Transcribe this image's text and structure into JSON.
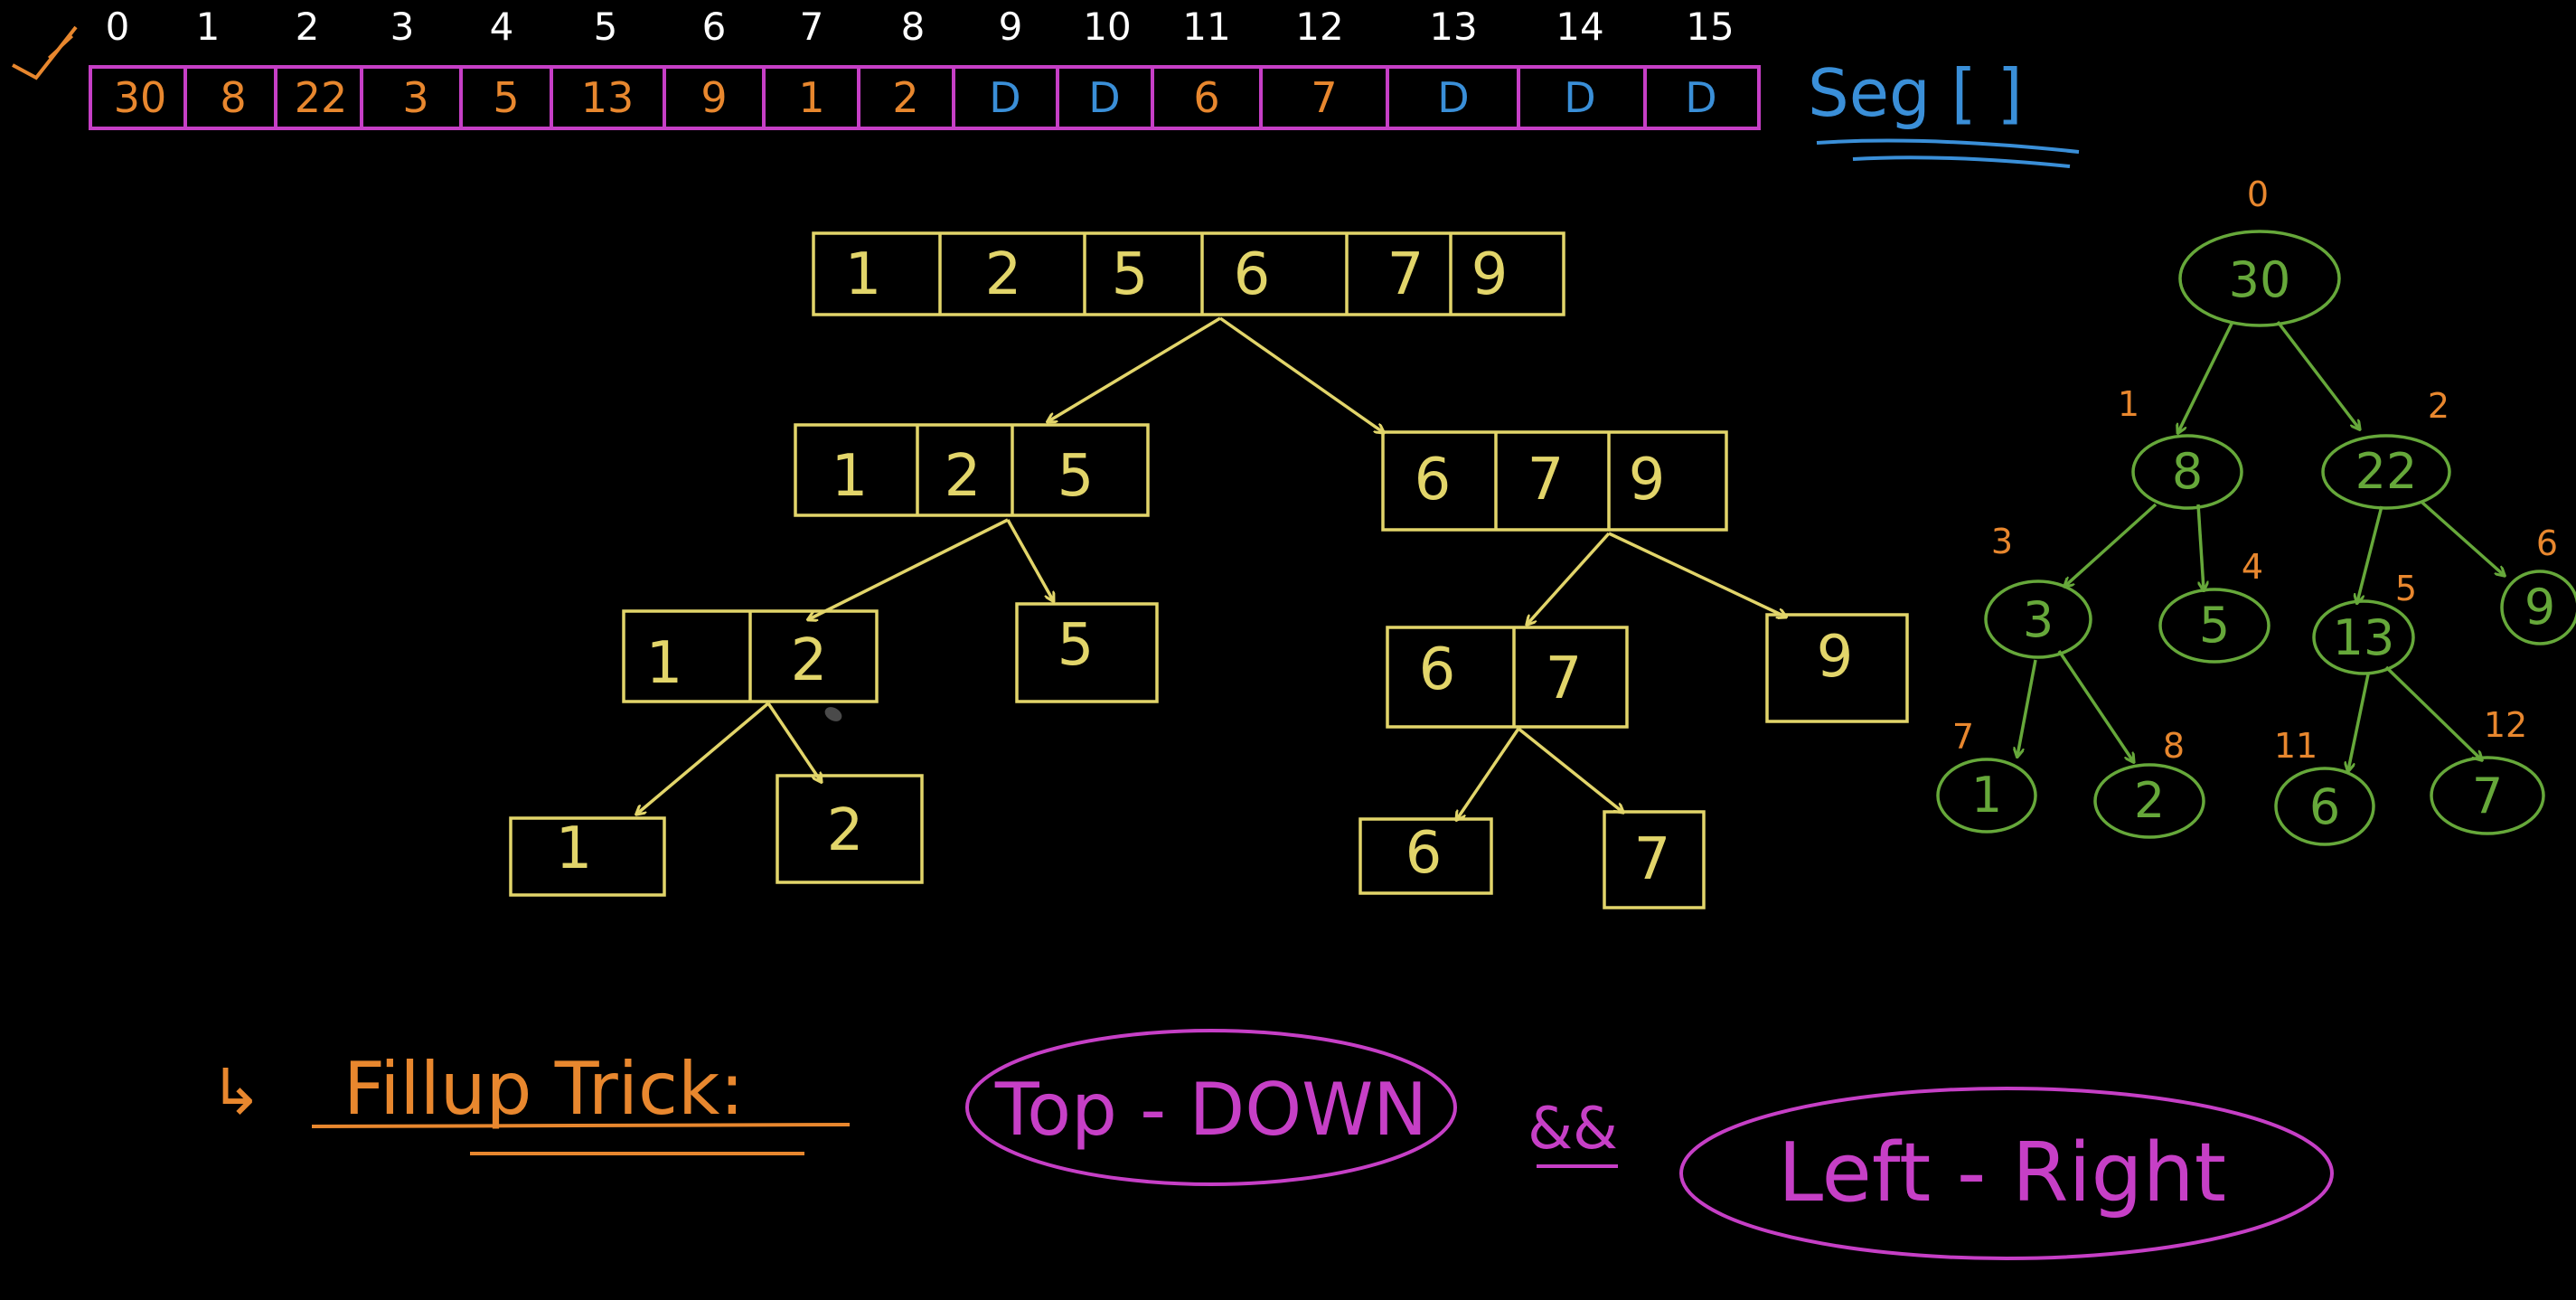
{
  "colors": {
    "background": "#000000",
    "index": "#ffffff",
    "array_border": "#c63fc6",
    "array_value": "#e8872e",
    "dummy": "#3a8fd8",
    "yellow": "#e2d56a",
    "green": "#66a83a",
    "orange": "#e8872e",
    "magenta": "#c63fc6",
    "blue": "#3a8fd8"
  },
  "seg_array": {
    "label": "Seg [ ]",
    "indices": [
      "0",
      "1",
      "2",
      "3",
      "4",
      "5",
      "6",
      "7",
      "8",
      "9",
      "10",
      "11",
      "12",
      "13",
      "14",
      "15"
    ],
    "values": [
      "30",
      "8",
      "22",
      "3",
      "5",
      "13",
      "9",
      "1",
      "2",
      "D",
      "D",
      "6",
      "7",
      "D",
      "D",
      "D"
    ],
    "dummy_value": "D"
  },
  "split_tree": {
    "root": [
      "1",
      "2",
      "5",
      "6",
      "7",
      "9"
    ],
    "level1": [
      [
        "1",
        "2",
        "5"
      ],
      [
        "6",
        "7",
        "9"
      ]
    ],
    "level2": [
      [
        "1",
        "2"
      ],
      [
        "5"
      ],
      [
        "6",
        "7"
      ],
      [
        "9"
      ]
    ],
    "level3": [
      [
        "1"
      ],
      [
        "2"
      ],
      [
        "6"
      ],
      [
        "7"
      ]
    ]
  },
  "segment_tree": {
    "nodes": [
      {
        "index": "0",
        "value": "30"
      },
      {
        "index": "1",
        "value": "8"
      },
      {
        "index": "2",
        "value": "22"
      },
      {
        "index": "3",
        "value": "3"
      },
      {
        "index": "4",
        "value": "5"
      },
      {
        "index": "5",
        "value": "13"
      },
      {
        "index": "6",
        "value": "9"
      },
      {
        "index": "7",
        "value": "1"
      },
      {
        "index": "8",
        "value": "2"
      },
      {
        "index": "11",
        "value": "6"
      },
      {
        "index": "12",
        "value": "7"
      }
    ]
  },
  "caption": {
    "arrow": "↳",
    "label": "Fillup Trick:",
    "phrase_1": "Top - DOWN",
    "connector": "&&",
    "phrase_2": "Left - Right"
  }
}
